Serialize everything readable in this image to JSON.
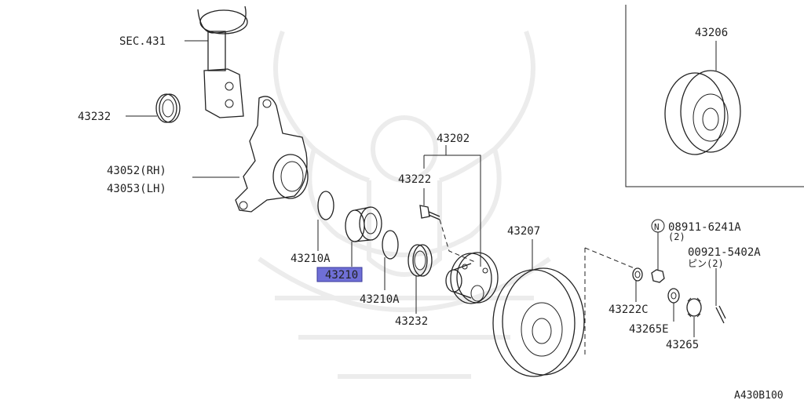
{
  "labels": {
    "sec": "SEC.431",
    "p43232_top": "43232",
    "p43052": "43052(RH)",
    "p43053": "43053(LH)",
    "p43210A_left": "43210A",
    "p43210": "43210",
    "p43210A_right": "43210A",
    "p43232_bottom": "43232",
    "p43202": "43202",
    "p43222": "43222",
    "p43207": "43207",
    "p43206": "43206",
    "nut_prefix": "N",
    "p08911": "08911-6241A",
    "p08911_qty": "(2)",
    "p00921": "00921-5402A",
    "p00921_sub": "ピン(2)",
    "p43222C": "43222C",
    "p43265E": "43265E",
    "p43265": "43265",
    "diagram_code": "A430B100"
  },
  "highlight": {
    "part": "43210",
    "color": "#6f6fd6"
  }
}
